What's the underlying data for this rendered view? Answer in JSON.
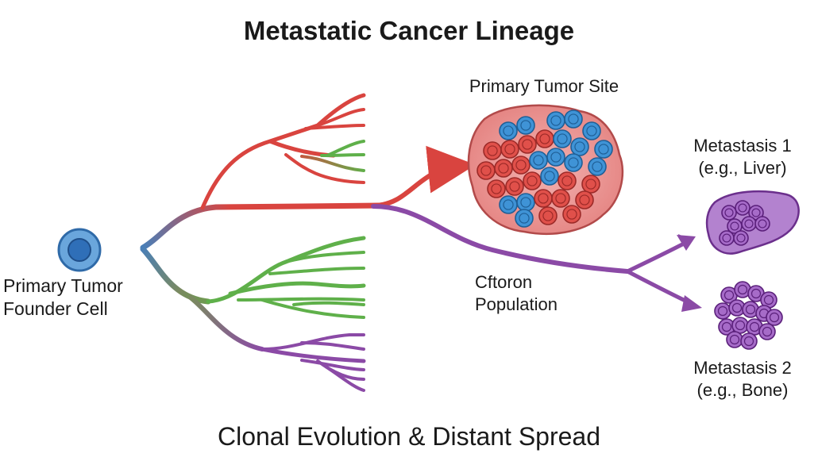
{
  "title": "Metastatic Cancer Lineage",
  "subtitle": "Clonal Evolution & Distant Spread",
  "founder": {
    "line1": "Primary Tumor",
    "line2": "Founder Cell"
  },
  "primary_site": {
    "label": "Primary Tumor Site"
  },
  "metastasis_1": {
    "line1": "Metastasis 1",
    "line2": "(e.g., Liver)"
  },
  "metastasis_2": {
    "line1": "Metastasis 2",
    "line2": "(e.g., Bone)"
  },
  "population": {
    "line1": "Cftoron",
    "line2": "Population"
  },
  "colors": {
    "founder": "#3b7fc4",
    "red_clone": "#d9443f",
    "green_clone": "#5fb04a",
    "purple_clone": "#8b4aa6",
    "tumor_fill": "#ef9a98",
    "blue_cell": "#3f93d6"
  }
}
